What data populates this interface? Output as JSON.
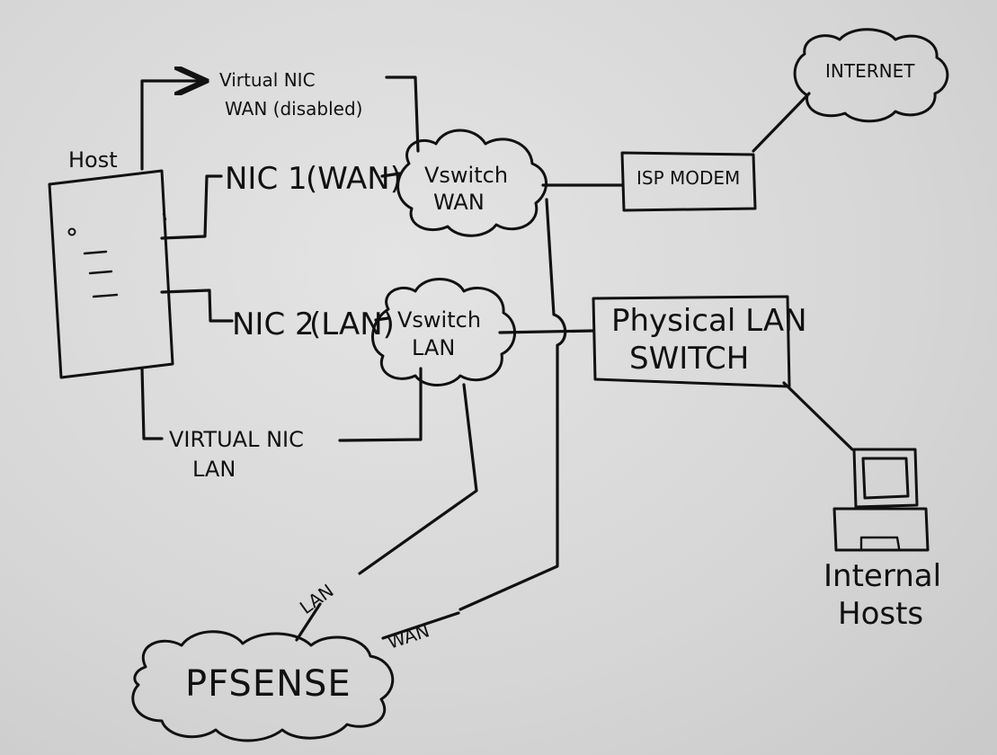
{
  "labels": {
    "host": "Host",
    "virtual_nic_wan_line1": "Virtual NIC",
    "virtual_nic_wan_line2": "WAN (disabled)",
    "nic1": "NIC 1",
    "nic1_role": "(WAN)",
    "nic2": "NIC 2",
    "nic2_role": "(LAN)",
    "virtual_nic_lan_line1": "VIRTUAL NIC",
    "virtual_nic_lan_line2": "LAN",
    "vswitch_wan_line1": "Vswitch",
    "vswitch_wan_line2": "WAN",
    "vswitch_lan_line1": "Vswitch",
    "vswitch_lan_line2": "LAN",
    "internet": "INTERNET",
    "isp_modem": "ISP MODEM",
    "physical_lan_switch_line1": "Physical LAN",
    "physical_lan_switch_line2": "SWITCH",
    "internal_hosts_line1": "Internal",
    "internal_hosts_line2": "Hosts",
    "pfsense": "PFSENSE",
    "link_lan": "LAN",
    "link_wan": "WAN"
  }
}
